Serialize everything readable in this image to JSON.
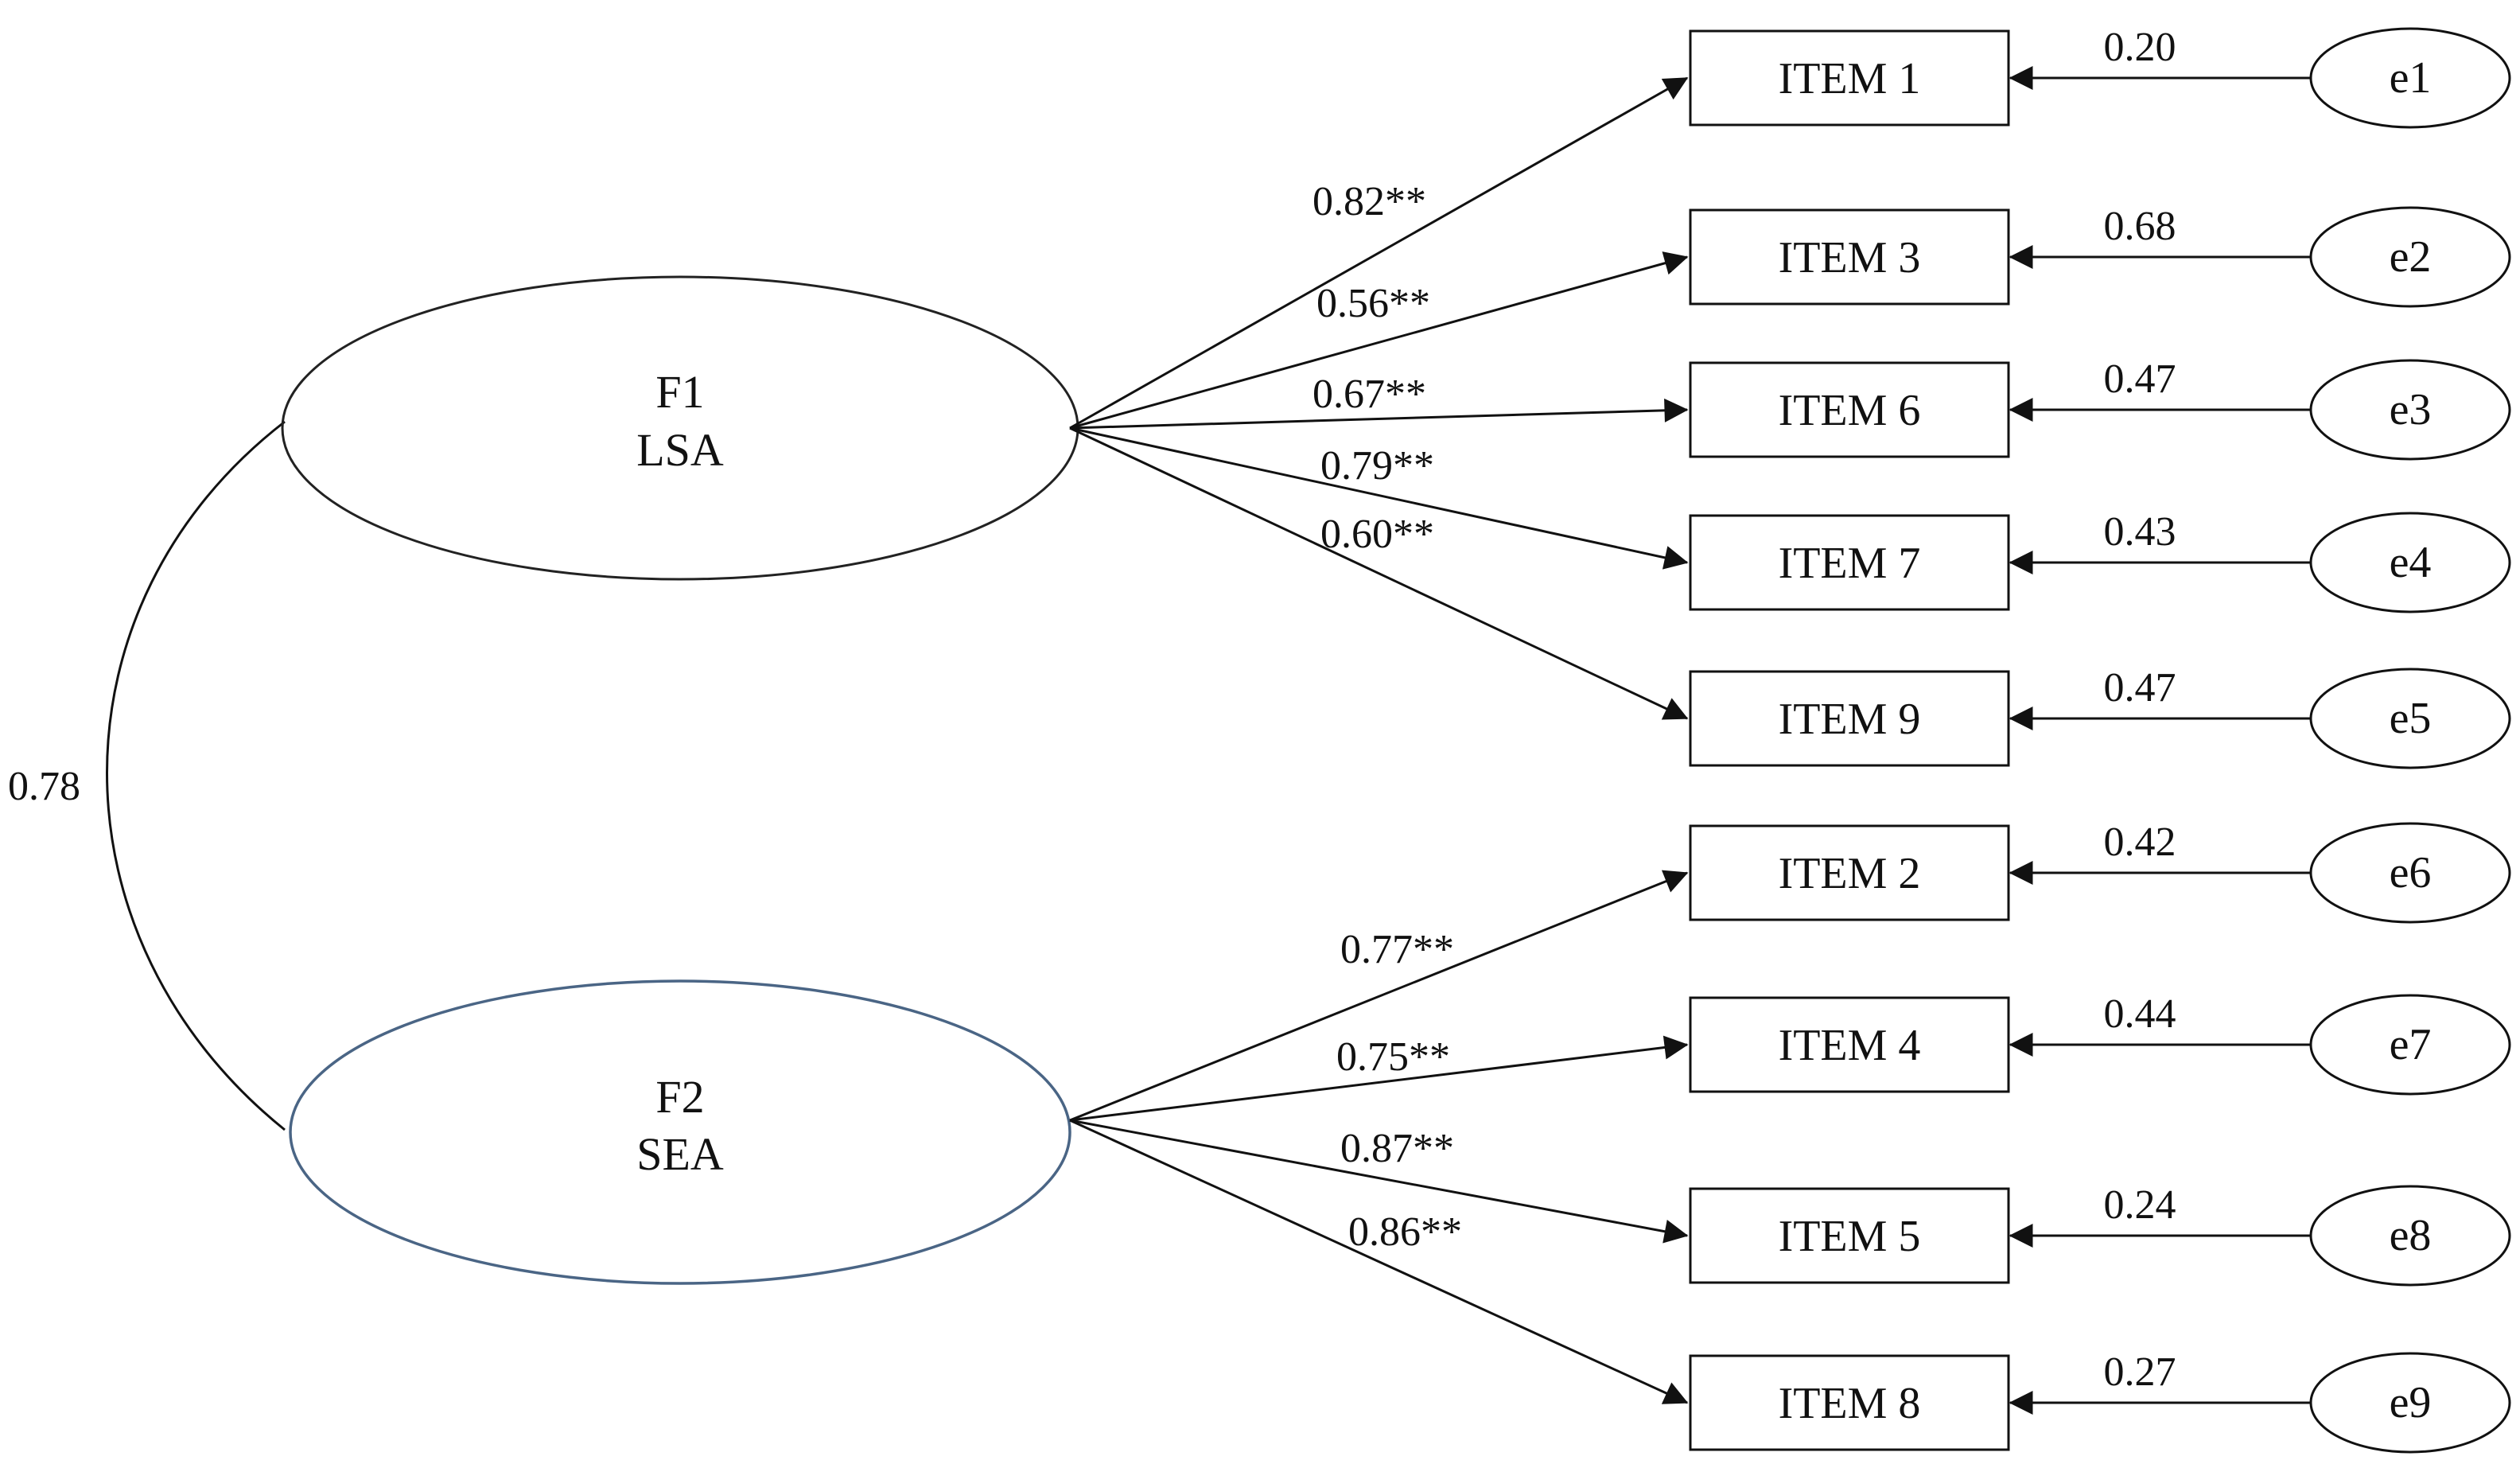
{
  "factors": [
    {
      "name": "F1",
      "label": "LSA",
      "outline": "#222222"
    },
    {
      "name": "F2",
      "label": "SEA",
      "outline": "#4a6585"
    }
  ],
  "correlation": "0.78",
  "items": [
    {
      "label": "ITEM 1",
      "loading": "0.82**",
      "error": "e1",
      "error_value": "0.20"
    },
    {
      "label": "ITEM 3",
      "loading": "0.56**",
      "error": "e2",
      "error_value": "0.68"
    },
    {
      "label": "ITEM 6",
      "loading": "0.67**",
      "error": "e3",
      "error_value": "0.47"
    },
    {
      "label": "ITEM 7",
      "loading": "0.79**",
      "error": "e4",
      "error_value": "0.43"
    },
    {
      "label": "ITEM 9",
      "loading": "0.60**",
      "error": "e5",
      "error_value": "0.47"
    },
    {
      "label": "ITEM 2",
      "loading": "0.77**",
      "error": "e6",
      "error_value": "0.42"
    },
    {
      "label": "ITEM 4",
      "loading": "0.75**",
      "error": "e7",
      "error_value": "0.44"
    },
    {
      "label": "ITEM 5",
      "loading": "0.87**",
      "error": "e8",
      "error_value": "0.24"
    },
    {
      "label": "ITEM 8",
      "loading": "0.86**",
      "error": "e9",
      "error_value": "0.27"
    }
  ]
}
